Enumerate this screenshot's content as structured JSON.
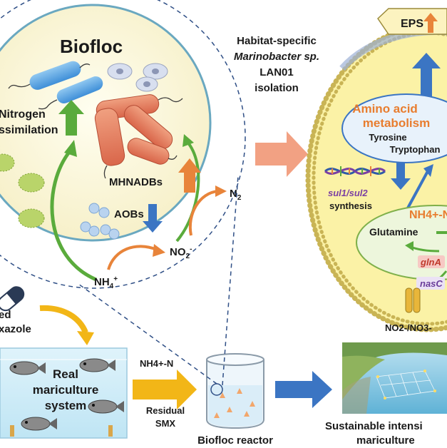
{
  "biofloc": {
    "title": "Biofloc",
    "nitrogen_line1": "Nitrogen",
    "nitrogen_line2": "ssimilation",
    "mhnadbs": "MHNADBs",
    "aobs": "AOBs",
    "n2_base": "N",
    "n2_sub": "2",
    "no2_base": "NO",
    "no2_sub": "2",
    "no2_sup": "-",
    "nh4_base": "NH",
    "nh4_sub": "4",
    "nh4_sup": "+"
  },
  "isolation": {
    "line1": "Habitat-specific",
    "line2": "Marinobacter sp.",
    "line3": "LAN01",
    "line4": "isolation"
  },
  "cell": {
    "eps": "EPS",
    "amino_line1": "Amino acid",
    "amino_line2": "metabolism",
    "tyrosine": "Tyrosine",
    "tryptophan": "Tryptophan",
    "sul_genes": "sul1/sul2",
    "synthesis": "synthesis",
    "nh4n_label": "NH4+-N",
    "glutamine": "Glutamine",
    "glna": "glnA",
    "nasc": "nasC",
    "no2no3": "NO2-/NO3-"
  },
  "left_partial": {
    "line1": "ed",
    "line2": "xazole"
  },
  "mariculture": {
    "line1": "Real",
    "line2": "mariculture",
    "line3": "system"
  },
  "flow": {
    "nh4n": "NH4+-N",
    "residual": "Residual",
    "smx": "SMX"
  },
  "reactor": {
    "label": "Biofloc reactor"
  },
  "sustainable": {
    "line1": "Sustainable intensi",
    "line2": "mariculture"
  },
  "colors": {
    "green_arrow": "#5aab3c",
    "orange_arrow": "#e8843a",
    "blue_arrow": "#3b75c3",
    "yellow_arrow": "#f2b617",
    "salmon_arrow": "#f2a183",
    "cell_fill": "#fbf2a6",
    "amino_text": "#e87d2f"
  }
}
